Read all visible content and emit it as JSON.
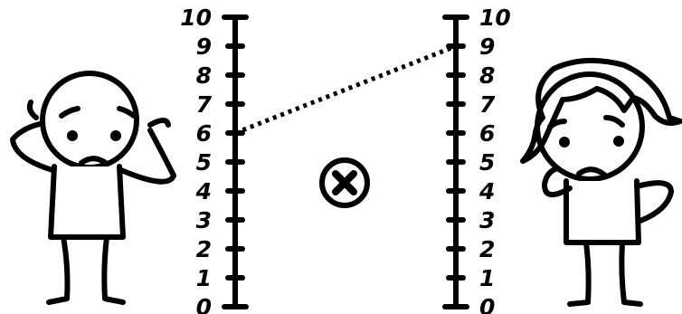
{
  "left_scale": {
    "labels": [
      "0",
      "1",
      "2",
      "3",
      "4",
      "5",
      "6",
      "7",
      "8",
      "9",
      "10"
    ],
    "marked_value": 6
  },
  "right_scale": {
    "labels": [
      "0",
      "1",
      "2",
      "3",
      "4",
      "5",
      "6",
      "7",
      "8",
      "9",
      "10"
    ],
    "marked_value": 9
  },
  "center_symbol": {
    "icon": "circled-times-icon",
    "glyph": "⊗"
  },
  "colors": {
    "ink": "#000000",
    "background": "#ffffff"
  }
}
